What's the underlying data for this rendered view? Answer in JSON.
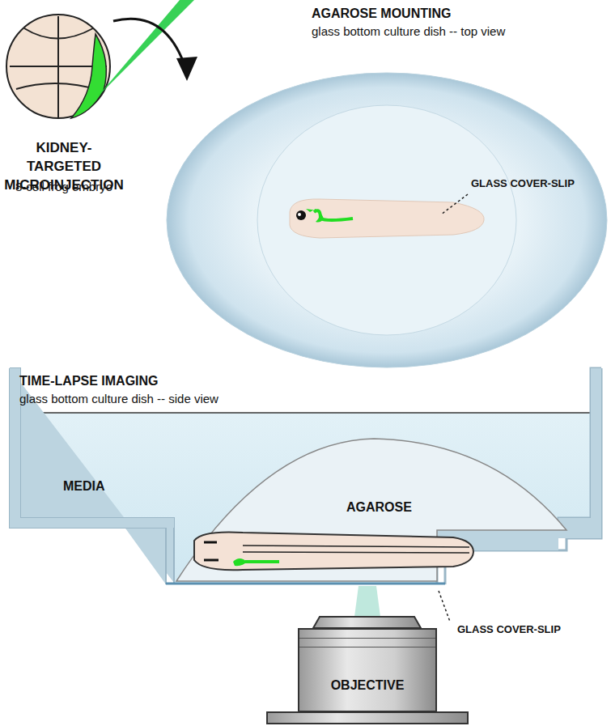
{
  "diagram": {
    "nodes": [
      {
        "text": [
          "OBJECTIVE"
        ]
      }
    ],
    "labels": [
      "AGAROSE MOUNTING",
      "glass bottom culture dish -- top view",
      "GLASS COVER-SLIP",
      "KIDNEY-TARGETED MICROINJECTION",
      "8-cell frog embryo",
      "TIME-LAPSE IMAGING",
      "glass bottom culture dish -- side view",
      "MEDIA",
      "AGAROSE",
      "GLASS COVER-SLIP"
    ]
  }
}
